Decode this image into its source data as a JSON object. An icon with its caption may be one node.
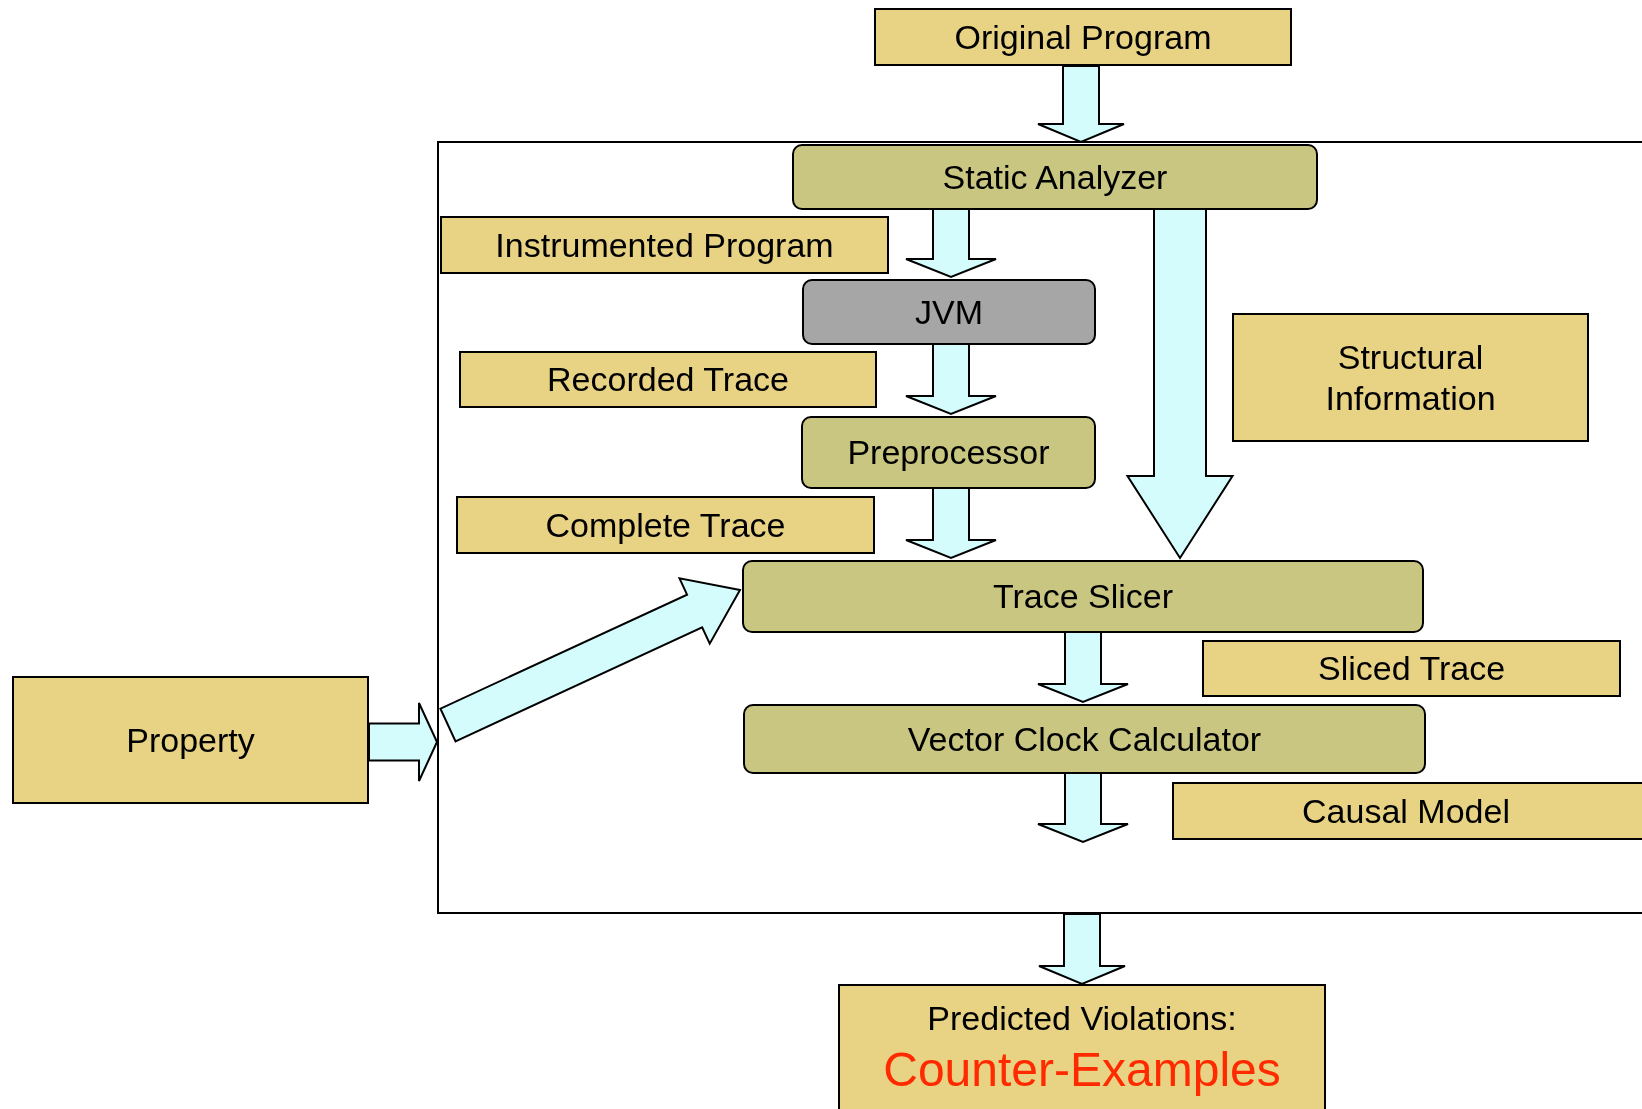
{
  "diagram": {
    "nodes": [
      {
        "text": [
          "Original Program"
        ]
      },
      {
        "text": [],
        "shape": "box"
      },
      {
        "text": [
          "Static Analyzer"
        ],
        "in": 1
      },
      {
        "text": [
          "Instrumented Program"
        ],
        "in": 1
      },
      {
        "text": [
          "JVM"
        ],
        "in": 1
      },
      {
        "text": [
          "Recorded Trace"
        ],
        "in": 1
      },
      {
        "text": [
          "Preprocessor"
        ],
        "in": 1
      },
      {
        "text": [
          "Structural Information"
        ],
        "in": 1
      },
      {
        "text": [
          "Complete Trace"
        ],
        "in": 1
      },
      {
        "text": [
          "Trace Slicer"
        ],
        "in": 1
      },
      {
        "text": [
          "Sliced Trace"
        ],
        "in": 1
      },
      {
        "text": [
          "Vector Clock Calculator"
        ],
        "in": 1
      },
      {
        "text": [
          "Causal Model"
        ],
        "in": 1
      },
      {
        "text": [
          "Property"
        ]
      },
      {
        "text": [
          "Predicted Violations:",
          "Counter-Examples"
        ]
      }
    ],
    "edges": [
      {
        "from": 0,
        "to": 2,
        "arrow": "to"
      },
      {
        "from": 2,
        "to": 4,
        "arrow": "to"
      },
      {
        "from": 4,
        "to": 6,
        "arrow": "to"
      },
      {
        "from": 6,
        "to": 9,
        "arrow": "to"
      },
      {
        "from": 2,
        "to": 9,
        "arrow": "to"
      },
      {
        "from": 13,
        "to": 1,
        "arrow": "to"
      },
      {
        "from": null,
        "to": 9,
        "arrow": "to"
      },
      {
        "from": 9,
        "to": 11,
        "arrow": "to"
      },
      {
        "from": 11,
        "to": null,
        "arrow": "to"
      },
      {
        "from": 1,
        "to": 14,
        "arrow": "to"
      }
    ]
  }
}
